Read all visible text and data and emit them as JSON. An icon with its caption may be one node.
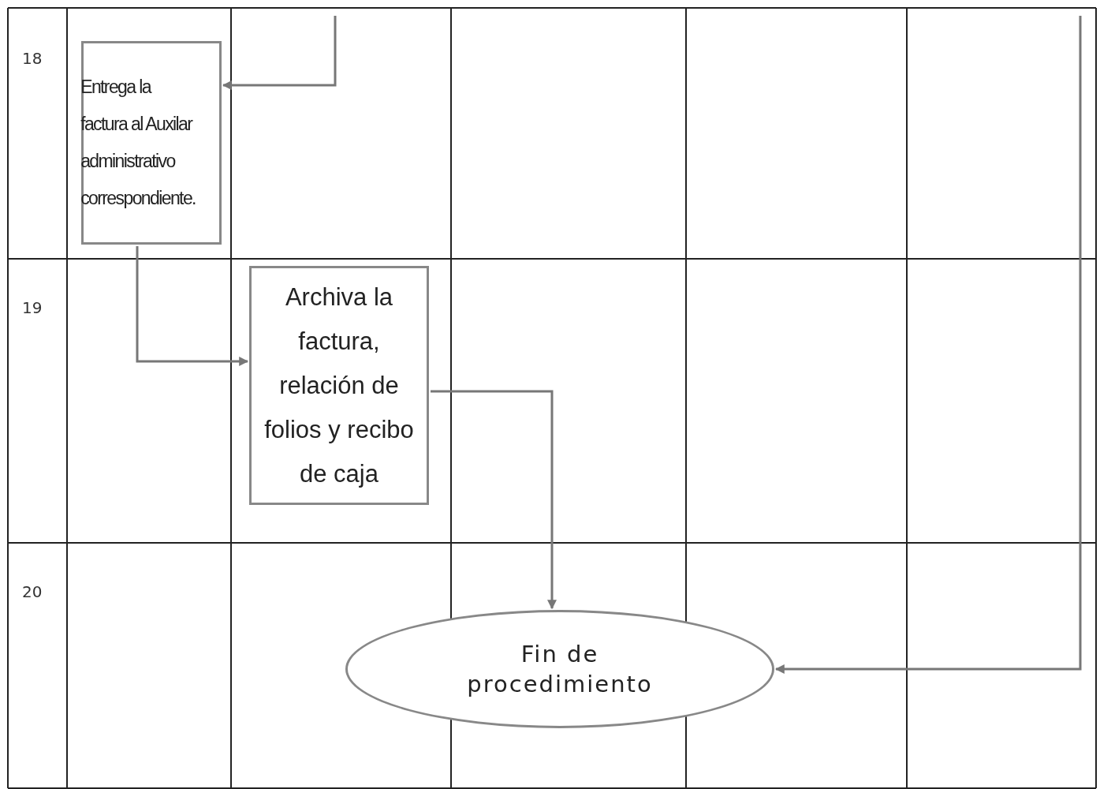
{
  "diagram": {
    "nodes": [
      {
        "text": [
          "Entrega la factura al Auxilar administrativo correspondiente."
        ]
      },
      {
        "text": [
          "Archiva la factura, relación de folios y recibo de caja"
        ]
      },
      {
        "text": [
          "Fin de procedimiento"
        ]
      }
    ],
    "edges": [
      {
        "from": null,
        "to": 0,
        "arrow": "to"
      },
      {
        "from": 0,
        "to": 1,
        "arrow": "to"
      },
      {
        "from": 1,
        "to": 2,
        "arrow": "to"
      },
      {
        "from": null,
        "to": 2,
        "arrow": "to"
      }
    ],
    "labels": [
      "18",
      "19",
      "20"
    ]
  }
}
